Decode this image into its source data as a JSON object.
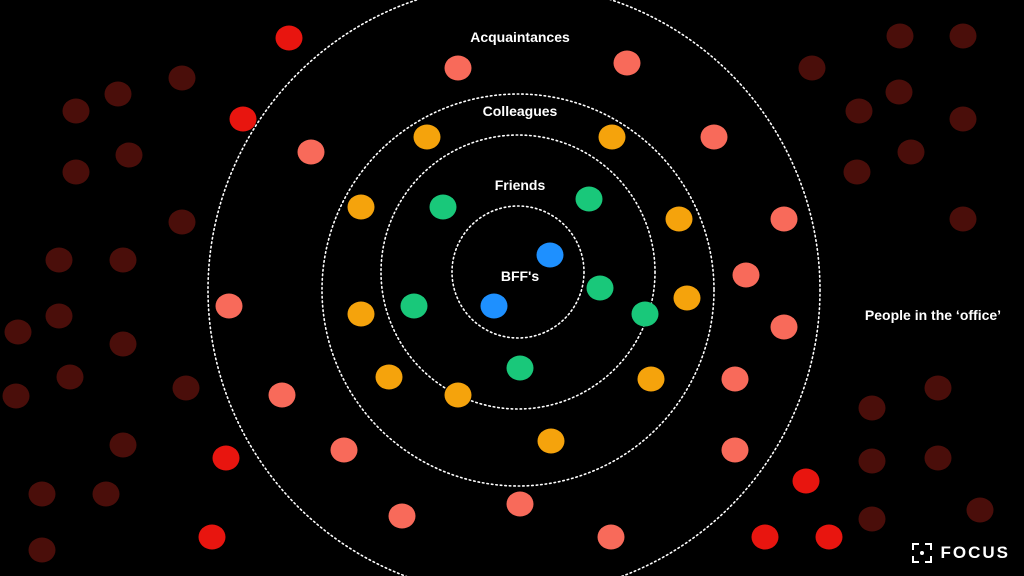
{
  "diagram": {
    "rings": [
      {
        "id": "bffs",
        "label": "BFF's"
      },
      {
        "id": "friends",
        "label": "Friends"
      },
      {
        "id": "colleagues",
        "label": "Colleagues"
      },
      {
        "id": "acquaintances",
        "label": "Acquaintances"
      }
    ],
    "outer_label": "People in the ‘office’",
    "colors": {
      "bffs": "#1e90ff",
      "friends": "#19c87a",
      "colleagues": "#f5a30c",
      "acquaintances": "#f86a5a",
      "office_bright": "#e8150f",
      "office_dim": "#4a0e0a",
      "background": "#000000"
    }
  },
  "brand": {
    "name": "FOCUS",
    "icon": "focus-crosshair-icon"
  }
}
